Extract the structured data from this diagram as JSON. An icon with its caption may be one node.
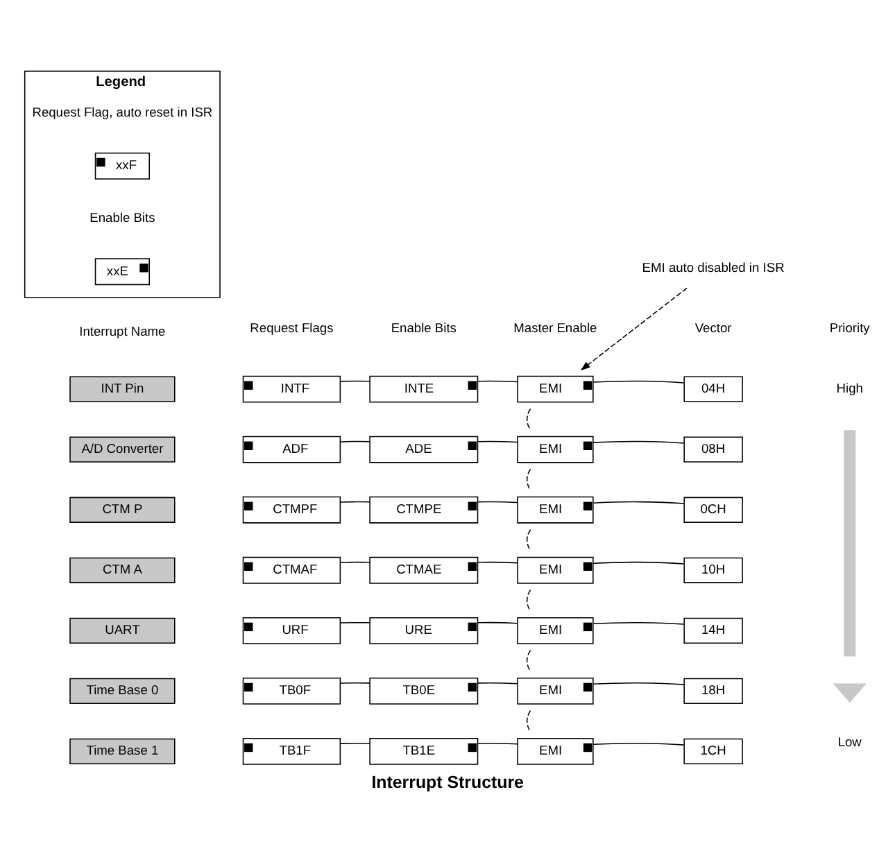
{
  "diagram": {
    "caption": "Interrupt Structure",
    "nodes": [
      {
        "text": [
          "INT Pin"
        ]
      },
      {
        "text": [
          "INTF"
        ]
      },
      {
        "text": [
          "INTE"
        ]
      },
      {
        "text": [
          "EMI"
        ]
      },
      {
        "text": [
          "04H"
        ]
      },
      {
        "text": [
          "A/D Converter"
        ]
      },
      {
        "text": [
          "ADF"
        ]
      },
      {
        "text": [
          "ADE"
        ]
      },
      {
        "text": [
          "EMI"
        ]
      },
      {
        "text": [
          "08H"
        ]
      },
      {
        "text": [
          "CTM P"
        ]
      },
      {
        "text": [
          "CTMPF"
        ]
      },
      {
        "text": [
          "CTMPE"
        ]
      },
      {
        "text": [
          "EMI"
        ]
      },
      {
        "text": [
          "0CH"
        ]
      },
      {
        "text": [
          "CTM A"
        ]
      },
      {
        "text": [
          "CTMAF"
        ]
      },
      {
        "text": [
          "CTMAE"
        ]
      },
      {
        "text": [
          "EMI"
        ]
      },
      {
        "text": [
          "10H"
        ]
      },
      {
        "text": [
          "UART"
        ]
      },
      {
        "text": [
          "URF"
        ]
      },
      {
        "text": [
          "URE"
        ]
      },
      {
        "text": [
          "EMI"
        ]
      },
      {
        "text": [
          "14H"
        ]
      },
      {
        "text": [
          "Time Base 0"
        ]
      },
      {
        "text": [
          "TB0F"
        ]
      },
      {
        "text": [
          "TB0E"
        ]
      },
      {
        "text": [
          "EMI"
        ]
      },
      {
        "text": [
          "18H"
        ]
      },
      {
        "text": [
          "Time Base 1"
        ]
      },
      {
        "text": [
          "TB1F"
        ]
      },
      {
        "text": [
          "TB1E"
        ]
      },
      {
        "text": [
          "EMI"
        ]
      },
      {
        "text": [
          "1CH"
        ]
      },
      {
        "text": [
          "EMI auto disabled in ISR"
        ]
      },
      {
        "text": [
          "Legend"
        ]
      },
      {
        "text": [
          "xxF"
        ],
        "in": 36
      },
      {
        "text": [
          "xxE"
        ],
        "in": 36
      }
    ],
    "edges": [
      {
        "from": 1,
        "to": 2,
        "arrow": "none"
      },
      {
        "from": 2,
        "to": 3,
        "arrow": "none"
      },
      {
        "from": 3,
        "to": 4,
        "arrow": "none"
      },
      {
        "from": 6,
        "to": 7,
        "arrow": "none"
      },
      {
        "from": 7,
        "to": 8,
        "arrow": "none"
      },
      {
        "from": 8,
        "to": 9,
        "arrow": "none"
      },
      {
        "from": 11,
        "to": 12,
        "arrow": "none"
      },
      {
        "from": 12,
        "to": 13,
        "arrow": "none"
      },
      {
        "from": 13,
        "to": 14,
        "arrow": "none"
      },
      {
        "from": 16,
        "to": 17,
        "arrow": "none"
      },
      {
        "from": 17,
        "to": 18,
        "arrow": "none"
      },
      {
        "from": 18,
        "to": 19,
        "arrow": "none"
      },
      {
        "from": 21,
        "to": 22,
        "arrow": "none"
      },
      {
        "from": 22,
        "to": 23,
        "arrow": "none"
      },
      {
        "from": 23,
        "to": 24,
        "arrow": "none"
      },
      {
        "from": 26,
        "to": 27,
        "arrow": "none"
      },
      {
        "from": 27,
        "to": 28,
        "arrow": "none"
      },
      {
        "from": 28,
        "to": 29,
        "arrow": "none"
      },
      {
        "from": 31,
        "to": 32,
        "arrow": "none"
      },
      {
        "from": 32,
        "to": 33,
        "arrow": "none"
      },
      {
        "from": 33,
        "to": 34,
        "arrow": "none"
      },
      {
        "from": 3,
        "to": 8,
        "arrow": "none",
        "style": "dashed"
      },
      {
        "from": 8,
        "to": 13,
        "arrow": "none",
        "style": "dashed"
      },
      {
        "from": 13,
        "to": 18,
        "arrow": "none",
        "style": "dashed"
      },
      {
        "from": 18,
        "to": 23,
        "arrow": "none",
        "style": "dashed"
      },
      {
        "from": 23,
        "to": 28,
        "arrow": "none",
        "style": "dashed"
      },
      {
        "from": 28,
        "to": 33,
        "arrow": "none",
        "style": "dashed"
      },
      {
        "from": 35,
        "to": 3,
        "arrow": "to",
        "style": "dashed"
      }
    ],
    "labels": [
      "Interrupt Name",
      "Request Flags",
      "Enable Bits",
      "Master Enable",
      "Vector",
      "Priority",
      "High",
      "Low"
    ],
    "legend": [
      {
        "text": "Request Flag, auto reset in ISR"
      },
      {
        "text": "Enable Bits"
      }
    ]
  }
}
